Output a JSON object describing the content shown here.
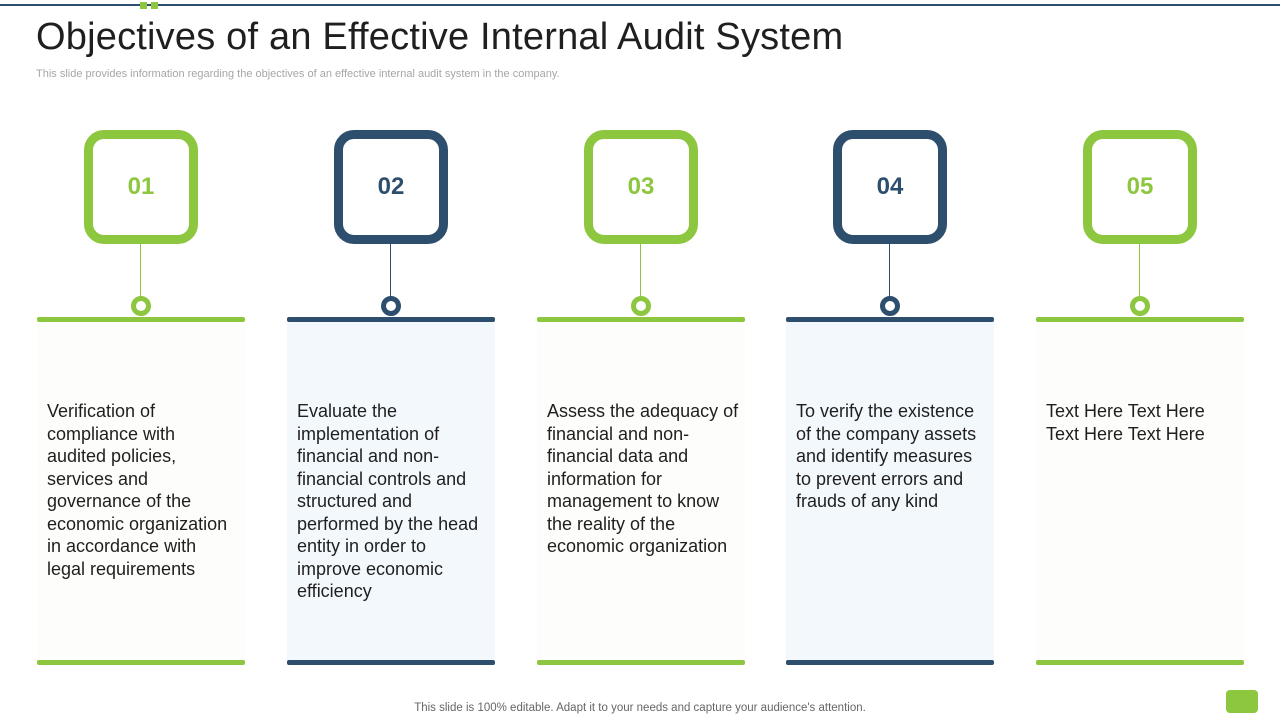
{
  "slide": {
    "title": "Objectives of an Effective Internal Audit System",
    "subtitle": "This slide provides information regarding the objectives of an effective internal audit system in the company.",
    "footer": "This slide is 100% editable. Adapt it to your needs and capture your audience's attention."
  },
  "colors": {
    "accent_green": "#8dc63f",
    "accent_navy": "#2e4e6e"
  },
  "objectives": [
    {
      "number": "01",
      "theme": "green",
      "text": "Verification of compliance with audited policies, services and governance of the economic organization in accordance with legal requirements"
    },
    {
      "number": "02",
      "theme": "navy",
      "text": "Evaluate the implementation of financial and non-financial controls and structured and performed by the head entity in order to improve economic efficiency"
    },
    {
      "number": "03",
      "theme": "green",
      "text": "Assess the adequacy of financial and non-financial data and information for management to know the reality of the economic organization"
    },
    {
      "number": "04",
      "theme": "navy",
      "text": "To verify the existence of the company assets and identify measures to prevent errors and frauds of any kind"
    },
    {
      "number": "05",
      "theme": "green",
      "text": "Text Here Text Here Text Here Text Here"
    }
  ]
}
